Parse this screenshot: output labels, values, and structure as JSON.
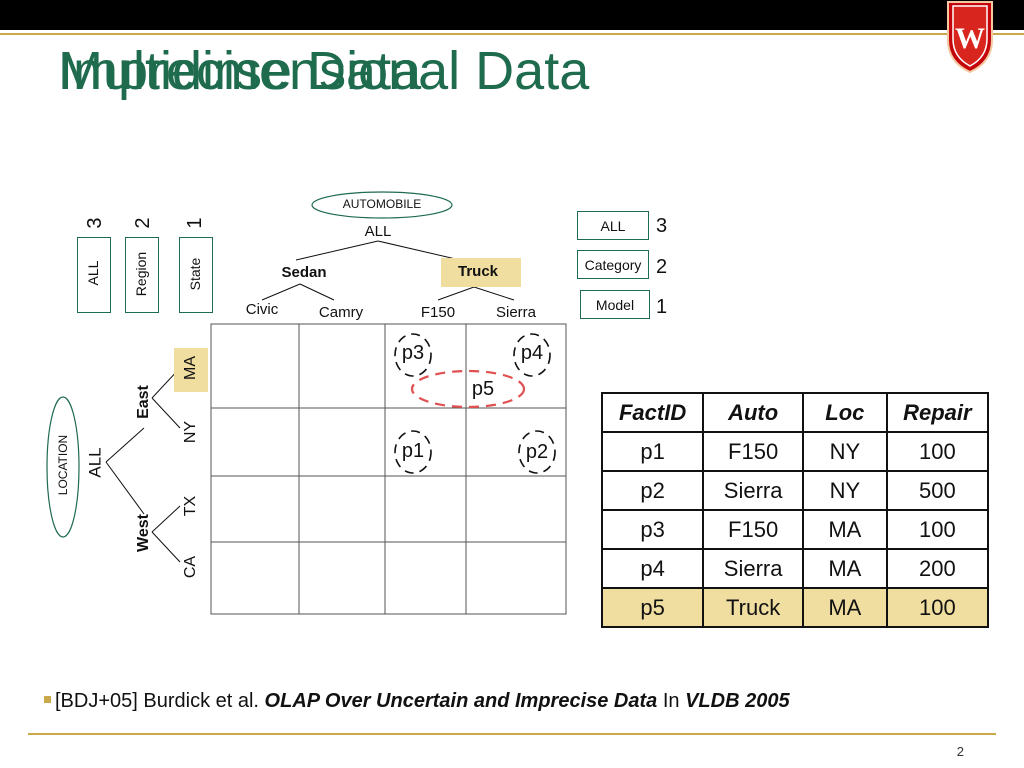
{
  "slide": {
    "title_back": "Imprecise Data",
    "title_front": "Multidimensional Data",
    "page_number": "2",
    "reference": {
      "prefix": "[BDJ+05] Burdick et al. ",
      "paper_title": "OLAP Over Uncertain and Imprecise Data",
      "in_word": " In ",
      "venue": "VLDB 2005"
    }
  },
  "location": {
    "dimension": "LOCATION",
    "levels": [
      {
        "name": "ALL",
        "number": "3"
      },
      {
        "name": "Region",
        "number": "2"
      },
      {
        "name": "State",
        "number": "1"
      }
    ],
    "all_label": "ALL",
    "regions": [
      "East",
      "West"
    ],
    "states": [
      "MA",
      "NY",
      "TX",
      "CA"
    ]
  },
  "automobile": {
    "dimension": "AUTOMOBILE",
    "all_label": "ALL",
    "categories": [
      "Sedan",
      "Truck"
    ],
    "models": [
      "Civic",
      "Camry",
      "F150",
      "Sierra"
    ],
    "levels": [
      {
        "name": "ALL",
        "number": "3"
      },
      {
        "name": "Category",
        "number": "2"
      },
      {
        "name": "Model",
        "number": "1"
      }
    ]
  },
  "points": [
    "p3",
    "p4",
    "p5",
    "p1",
    "p2"
  ],
  "fact_table": {
    "headers": [
      "FactID",
      "Auto",
      "Loc",
      "Repair"
    ],
    "rows": [
      [
        "p1",
        "F150",
        "NY",
        "100"
      ],
      [
        "p2",
        "Sierra",
        "NY",
        "500"
      ],
      [
        "p3",
        "F150",
        "MA",
        "100"
      ],
      [
        "p4",
        "Sierra",
        "MA",
        "200"
      ],
      [
        "p5",
        "Truck",
        "MA",
        "100"
      ]
    ]
  },
  "colors": {
    "title_green": "#1f6b4e",
    "gold_rule": "#c9a94a",
    "highlight": "#f0dea0",
    "p5_dash": "#e05050"
  }
}
